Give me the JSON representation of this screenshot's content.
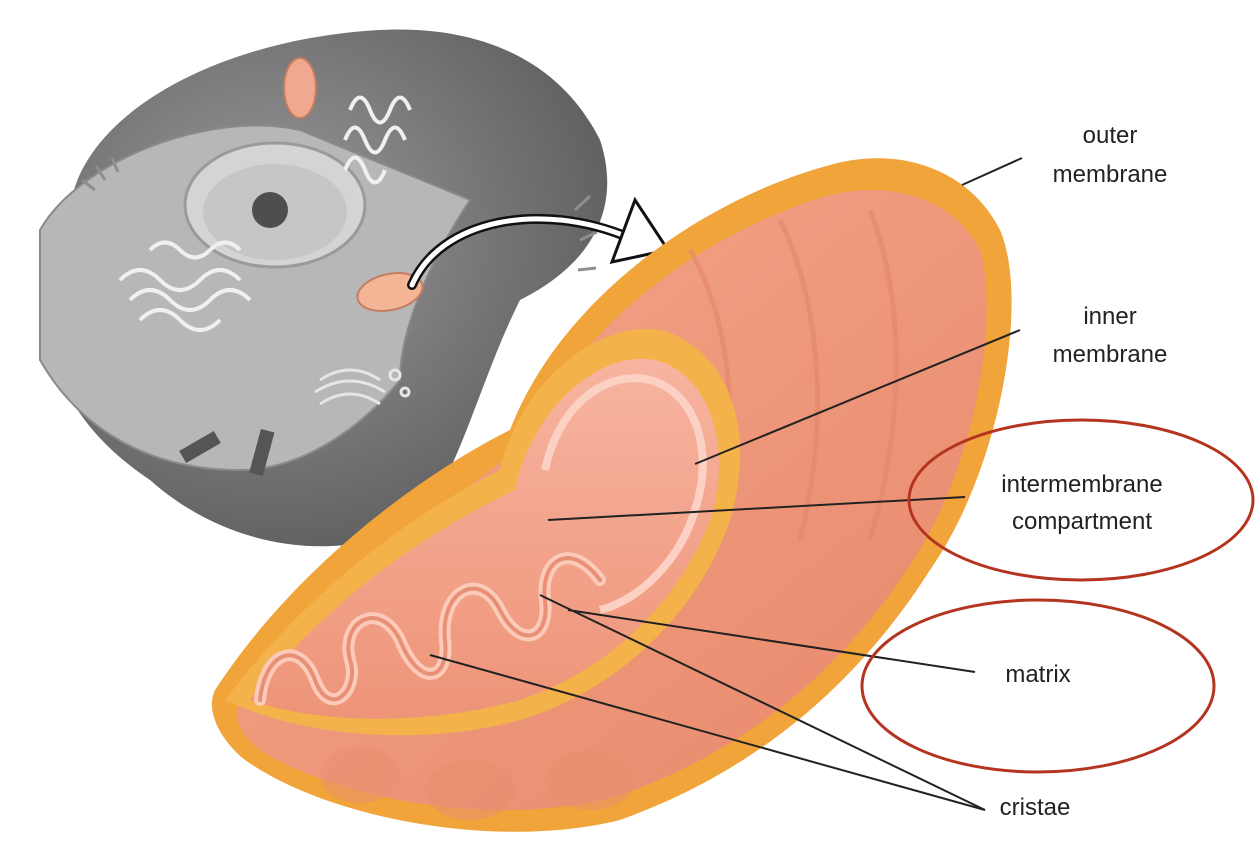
{
  "labels": {
    "outer_line1": "outer",
    "outer_line2": "membrane",
    "inner_line1": "inner",
    "inner_line2": "membrane",
    "intermembrane_line1": "intermembrane",
    "intermembrane_line2": "compartment",
    "matrix": "matrix",
    "cristae": "cristae"
  },
  "highlighted_labels": [
    "intermembrane compartment",
    "matrix"
  ],
  "colors": {
    "outer_membrane": "#f0a43a",
    "mitochondrion_body": "#ef9a7c",
    "inner_membrane": "#f6b8a6",
    "cell_gray": "#6e6e6e",
    "highlight_ring": "#b5341f",
    "label_text": "#222222",
    "leader_line": "#222222"
  },
  "icons": {
    "cell": "animal-cell-cutaway",
    "arrow": "curved-arrow",
    "organelle": "mitochondrion-cutaway"
  }
}
